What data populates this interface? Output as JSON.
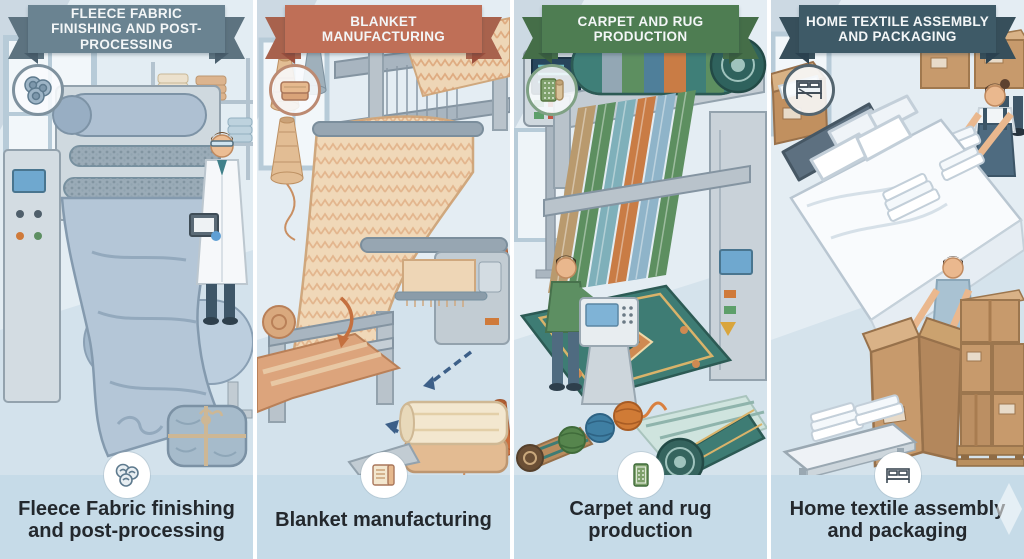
{
  "title": "Textile manufacturing processes infographic",
  "panels": [
    {
      "banner": "FLEECE FABRIC FINISHING AND POST-PROCESSING",
      "caption": "Fleece Fabric finishing and post-processing",
      "banner_color": "#6a8391",
      "banner_fold": "#4a5f6d",
      "badge_border": "#7e919e",
      "badge_icon": "fleece-rolls-icon",
      "caption_icon": "fleece-balls-icon",
      "scene": "roller finishing machine processing blue-grey fleece, technician with clipboard, fleece roll and tied fleece bale"
    },
    {
      "banner": "BLANKET MANUFACTURING",
      "caption": "Blanket manufacturing",
      "banner_color": "#bf6f57",
      "banner_fold": "#9c4f3d",
      "badge_border": "#bc8a72",
      "badge_icon": "folded-blanket-icon",
      "caption_icon": "folded-blanket-icon",
      "scene": "weaving loom with patterned peach blanket fabric, yarn cones, process arrows, folded blanket"
    },
    {
      "banner": "CARPET AND RUG PRODUCTION",
      "caption": "Carpet and rug production",
      "banner_color": "#4e7d52",
      "banner_fold": "#3a5f3f",
      "badge_border": "#7fa184",
      "badge_icon": "rolled-rug-icon",
      "caption_icon": "rug-icon",
      "scene": "carpet loom with multicolour yarn roll and warp threads, operator at console, ornate teal rugs and yarn balls"
    },
    {
      "banner": "HOME TEXTILE ASSEMBLY AND PACKAGING",
      "caption": "Home textile assembly and packaging",
      "banner_color": "#3e5a67",
      "banner_fold": "#2c4351",
      "badge_border": "#54656f",
      "badge_icon": "bed-icon",
      "caption_icon": "bed-icon",
      "scene": "bed with white linens, woman stacking folded textiles, man packing cardboard boxes, box stack on pallet"
    }
  ],
  "colors": {
    "caption_band": "#c6dbe8",
    "caption_text": "#23282d",
    "banner_text": "#f3f6f7",
    "scene_wall": "#e3edf3",
    "scene_floor": "#d3e2ec",
    "fleece_fabric": "#b4c6d7",
    "blanket_fabric": "#f0d8b8",
    "rug_teal": "#3e7c74",
    "rug_accent": "#cf8a52",
    "cardboard": "#c79a6c",
    "machine_grey": "#c9d2d9",
    "divider": "#ffffff"
  }
}
